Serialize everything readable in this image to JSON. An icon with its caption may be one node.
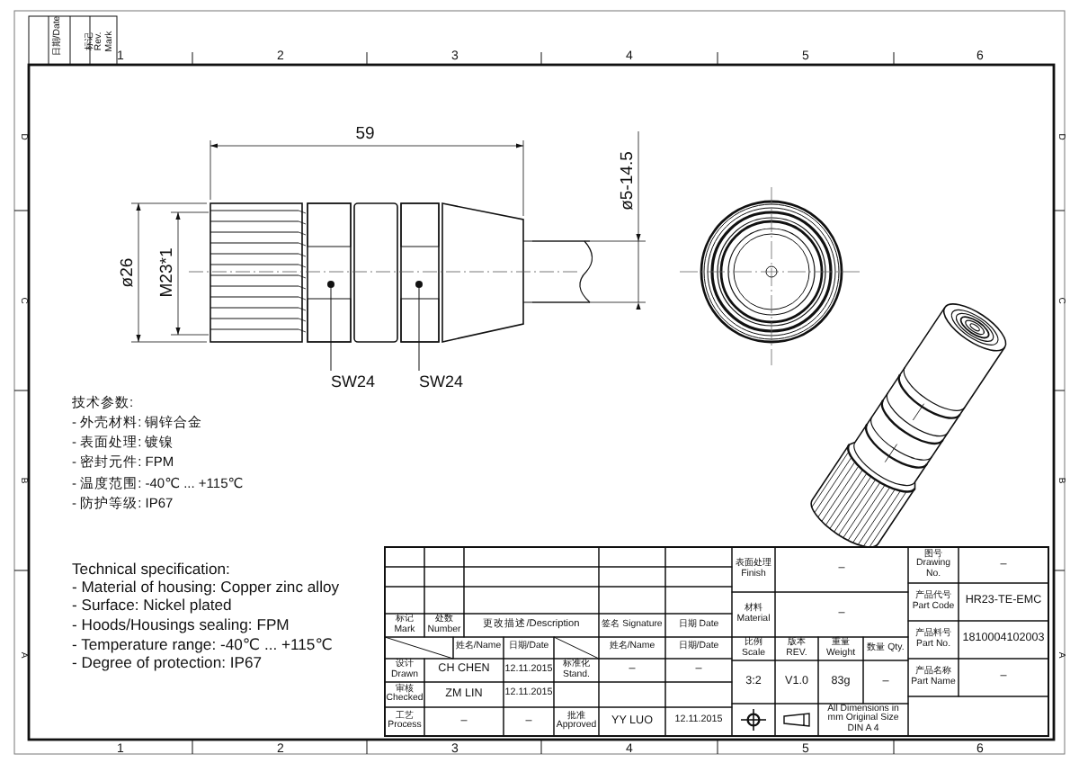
{
  "diagram": {
    "nodes": [
      {
        "text": [],
        "shape": "circle"
      },
      {
        "text": [],
        "shape": "circle"
      },
      {
        "text": [
          "SW24"
        ]
      },
      {
        "text": [
          "SW24"
        ]
      }
    ],
    "edges": [
      {
        "from": 2,
        "to": 0,
        "arrow": "none"
      },
      {
        "from": 3,
        "to": 1,
        "arrow": "none"
      }
    ],
    "labels": [
      "日期/Date",
      "标记 Rev. Mark",
      "1",
      "2",
      "3",
      "4",
      "5",
      "6",
      "D",
      "D",
      "C",
      "C",
      "B",
      "B",
      "A",
      "A",
      "59",
      "ø26",
      "M23*1",
      "ø5-14.5",
      "技术参数:",
      "- 外壳材料: 铜锌合金",
      "- 表面处理: 镀镍",
      "- 密封元件: FPM",
      "- 温度范围: -40℃ ... +115℃",
      "- 防护等级: IP67",
      "Technical specification:",
      "- Material of housing: Copper zinc alloy",
      "- Surface: Nickel plated",
      "- Hoods/Housings sealing: FPM",
      "- Temperature range: -40℃ ... +115℃",
      "- Degree of protection: IP67",
      "标记 Mark",
      "处数 Number",
      "更改描述/Description",
      "签名 Signature",
      "日期 Date",
      "姓名/Name",
      "日期/Date",
      "姓名/Name",
      "日期/Date",
      "设计 Drawn",
      "CH CHEN",
      "12.11.2015",
      "标准化 Stand.",
      "–",
      "–",
      "审核 Checked",
      "ZM LIN",
      "12.11.2015",
      "工艺 Process",
      "–",
      "–",
      "批准 Approved",
      "YY LUO",
      "12.11.2015",
      "表面处理 Finish",
      "–",
      "材料 Material",
      "–",
      "比例 Scale",
      "版本 REV.",
      "重量 Weight",
      "数量 Qty.",
      "3:2",
      "V1.0",
      "83g",
      "–",
      "All Dimensions in mm Original Size DIN A 4",
      "图号 Drawing No.",
      "–",
      "产品代号 Part Code",
      "HR23-TE-EMC",
      "产品料号 Part No.",
      "1810004102003",
      "产品名称 Part Name",
      "–",
      "1",
      "2",
      "3",
      "4",
      "5",
      "6"
    ]
  }
}
